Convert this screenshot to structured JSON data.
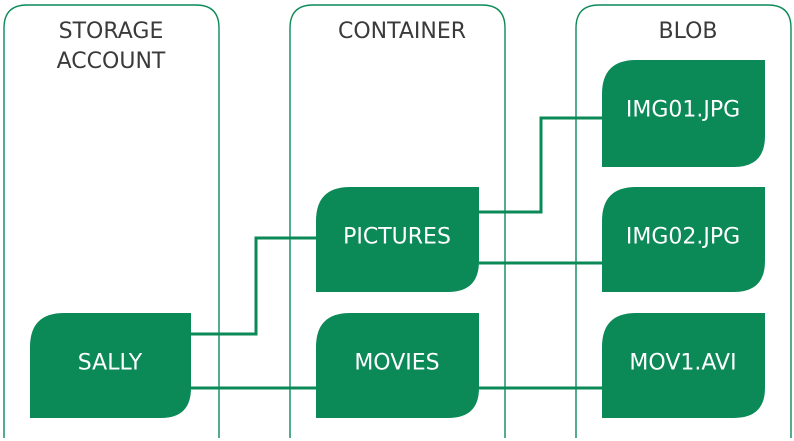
{
  "colors": {
    "accent": "#0b8a58",
    "frame": "#0b8a58",
    "title_text": "#3a3a3a",
    "node_text": "#ffffff"
  },
  "columns": {
    "storage_account": {
      "title_line1": "STORAGE",
      "title_line2": "ACCOUNT"
    },
    "container": {
      "title": "CONTAINER"
    },
    "blob": {
      "title": "BLOB"
    }
  },
  "nodes": {
    "sally": "SALLY",
    "pictures": "PICTURES",
    "movies": "MOVIES",
    "img01": "IMG01.JPG",
    "img02": "IMG02.JPG",
    "mov1": "MOV1.AVI"
  },
  "connections": [
    {
      "from": "SALLY",
      "to": "PICTURES"
    },
    {
      "from": "SALLY",
      "to": "MOVIES"
    },
    {
      "from": "PICTURES",
      "to": "IMG01.JPG"
    },
    {
      "from": "PICTURES",
      "to": "IMG02.JPG"
    },
    {
      "from": "MOVIES",
      "to": "MOV1.AVI"
    }
  ]
}
